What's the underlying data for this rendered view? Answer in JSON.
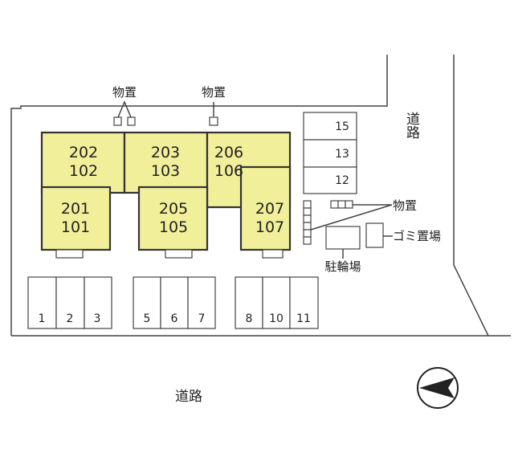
{
  "colors": {
    "building": "#f1ef9a",
    "outline": "#333333",
    "background": "#ffffff"
  },
  "roads": {
    "east": "道路",
    "south": "道路"
  },
  "buildings": [
    {
      "upper": "202",
      "lower": "102"
    },
    {
      "upper": "203",
      "lower": "103"
    },
    {
      "upper": "206",
      "lower": "106"
    },
    {
      "upper": "201",
      "lower": "101"
    },
    {
      "upper": "205",
      "lower": "105"
    },
    {
      "upper": "207",
      "lower": "107"
    }
  ],
  "parking_bottom": [
    "1",
    "2",
    "3",
    "5",
    "6",
    "7",
    "8",
    "10",
    "11"
  ],
  "parking_right": [
    "15",
    "13",
    "12"
  ],
  "labels": {
    "storage_left": "物置",
    "storage_mid": "物置",
    "storage_right": "物置",
    "garbage": "ゴミ置場",
    "bicycle": "駐輪場"
  },
  "compass_icon": "north-arrow-icon"
}
